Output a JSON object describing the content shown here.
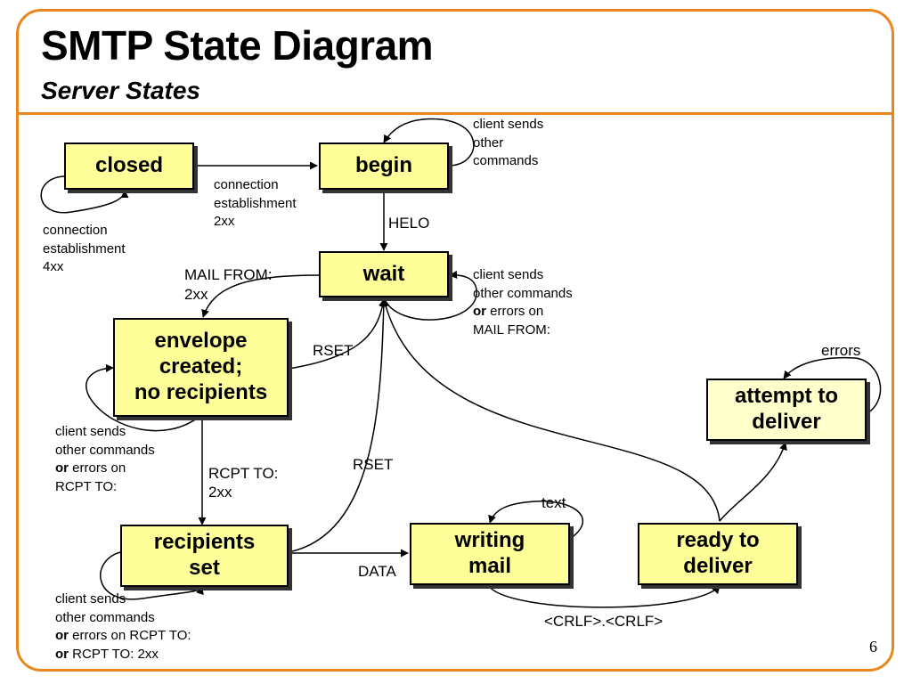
{
  "title": "SMTP State Diagram",
  "subtitle": "Server States",
  "page_number": "6",
  "colors": {
    "frame": "#E8871E",
    "state_fill": "#FFFF99",
    "state_fill_pale": "#FFFFCC"
  },
  "states": {
    "closed": "closed",
    "begin": "begin",
    "wait": "wait",
    "envelope": "envelope\ncreated;\nno recipients",
    "recipients": "recipients\nset",
    "writing": "writing\nmail",
    "ready": "ready to\ndeliver",
    "attempt": "attempt to\ndeliver"
  },
  "labels": {
    "begin_loop": "client sends\nother\ncommands",
    "connection_2xx": "connection\nestablishment\n2xx",
    "connection_4xx": "connection\nestablishment\n4xx",
    "helo": "HELO",
    "mail_from": "MAIL FROM:\n2xx",
    "wait_loop_1": "client sends\nother commands",
    "wait_loop_or": "or",
    "wait_loop_2": " errors on\nMAIL FROM:",
    "rset_1": "RSET",
    "errors": "errors",
    "envelope_loop_1": "client sends\nother commands",
    "envelope_loop_or": "or",
    "envelope_loop_2": " errors on\nRCPT TO:",
    "rcpt_to": "RCPT TO:\n2xx",
    "rset_2": "RSET",
    "text": "text",
    "data": "DATA",
    "recipients_loop_1": "client sends\nother commands",
    "recipients_loop_or1": "or",
    "recipients_loop_2": " errors on RCPT TO:",
    "recipients_loop_or2": "or",
    "recipients_loop_3": " RCPT TO: 2xx",
    "crlf": "<CRLF>.<CRLF>"
  }
}
